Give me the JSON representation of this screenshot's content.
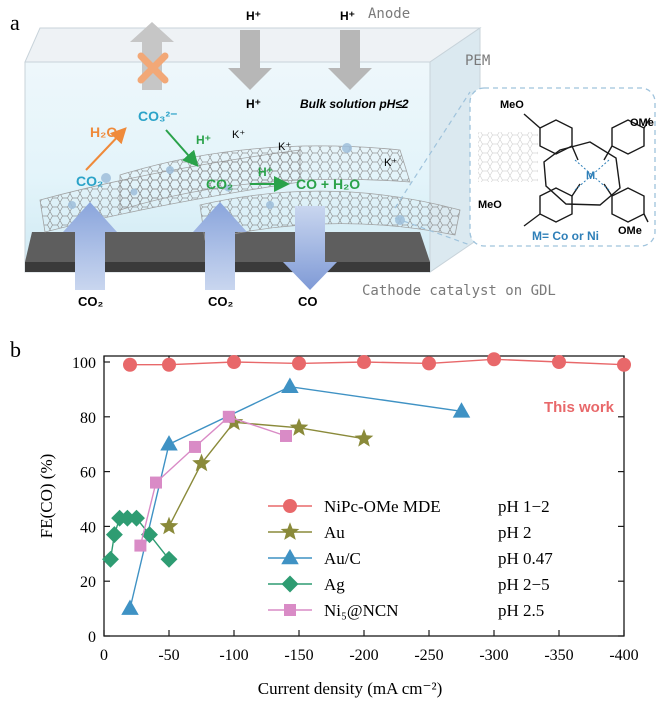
{
  "panel_a": {
    "label": "a",
    "anode_label": "Anode",
    "pem_label": "PEM",
    "cathode_label": "Cathode catalyst on GDL",
    "bulk_label": "Bulk solution pH≤2",
    "species": {
      "h_plus_1": "H⁺",
      "h_plus_2": "H⁺",
      "h_plus_3": "H⁺",
      "h_plus_green1": "H⁺",
      "h_plus_green2": "H⁺",
      "h2o": "H₂O",
      "co3": "CO₃²⁻",
      "co2_1": "CO₂",
      "co2_2": "CO₂",
      "co_h2o": "CO + H₂O",
      "k1": "K⁺",
      "k2": "K⁺",
      "k3": "K⁺"
    },
    "bottom_labels": {
      "co2_left": "CO₂",
      "co2_mid": "CO₂",
      "co": "CO"
    },
    "inset": {
      "meo_tl": "MeO",
      "ome_tr": "OMe",
      "meo_bl": "MeO",
      "ome_br": "OMe",
      "metal": "M",
      "caption": "M= Co or Ni"
    }
  },
  "colors": {
    "nipc": "#e8686a",
    "au": "#8a8a3a",
    "auc": "#3f92c4",
    "ag": "#2e9c72",
    "ni5": "#d98bc6",
    "teal": "#2ba3c8",
    "green": "#2aa24a",
    "orange": "#ef8a3a"
  },
  "chart_data": {
    "type": "line",
    "panel_label": "b",
    "xlabel": "Current density  (mA cm⁻²)",
    "ylabel": "FE(CO)  (%)",
    "xlim": [
      0,
      -400
    ],
    "ylim": [
      0,
      100
    ],
    "xticks": [
      0,
      -50,
      -100,
      -150,
      -200,
      -250,
      -300,
      -350,
      -400
    ],
    "xtick_labels": [
      "0",
      "-50",
      "-100",
      "-150",
      "-200",
      "-250",
      "-300",
      "-350",
      "-400"
    ],
    "yticks": [
      0,
      20,
      40,
      60,
      80,
      100
    ],
    "ytick_labels": [
      "0",
      "20",
      "40",
      "60",
      "80",
      "100"
    ],
    "annotation": "This work",
    "legend_position": "lower-right",
    "series": [
      {
        "name": "NiPc-OMe MDE",
        "ph": "pH 1−2",
        "marker": "circle",
        "color": "#e8686a",
        "x": [
          -20,
          -50,
          -100,
          -150,
          -200,
          -250,
          -300,
          -350,
          -400
        ],
        "y": [
          99,
          99,
          100,
          99.5,
          100,
          99.5,
          101,
          100,
          99
        ]
      },
      {
        "name": "Au",
        "ph": "pH 2",
        "marker": "star",
        "color": "#8a8a3a",
        "x": [
          -50,
          -75,
          -100,
          -150,
          -200
        ],
        "y": [
          40,
          63,
          78,
          76,
          72
        ]
      },
      {
        "name": "Au/C",
        "ph": "pH 0.47",
        "marker": "triangle",
        "color": "#3f92c4",
        "x": [
          -20,
          -50,
          -143,
          -275
        ],
        "y": [
          10,
          70,
          91,
          82
        ]
      },
      {
        "name": "Ag",
        "ph": "pH 2−5",
        "marker": "diamond",
        "color": "#2e9c72",
        "x": [
          -5,
          -8,
          -12,
          -18,
          -25,
          -35,
          -50
        ],
        "y": [
          28,
          37,
          43,
          43,
          43,
          37,
          28
        ]
      },
      {
        "name": "Ni₅@NCN",
        "ph": "pH 2.5",
        "marker": "square",
        "color": "#d98bc6",
        "x": [
          -28,
          -40,
          -70,
          -96,
          -140
        ],
        "y": [
          33,
          56,
          69,
          80,
          73
        ]
      }
    ]
  }
}
